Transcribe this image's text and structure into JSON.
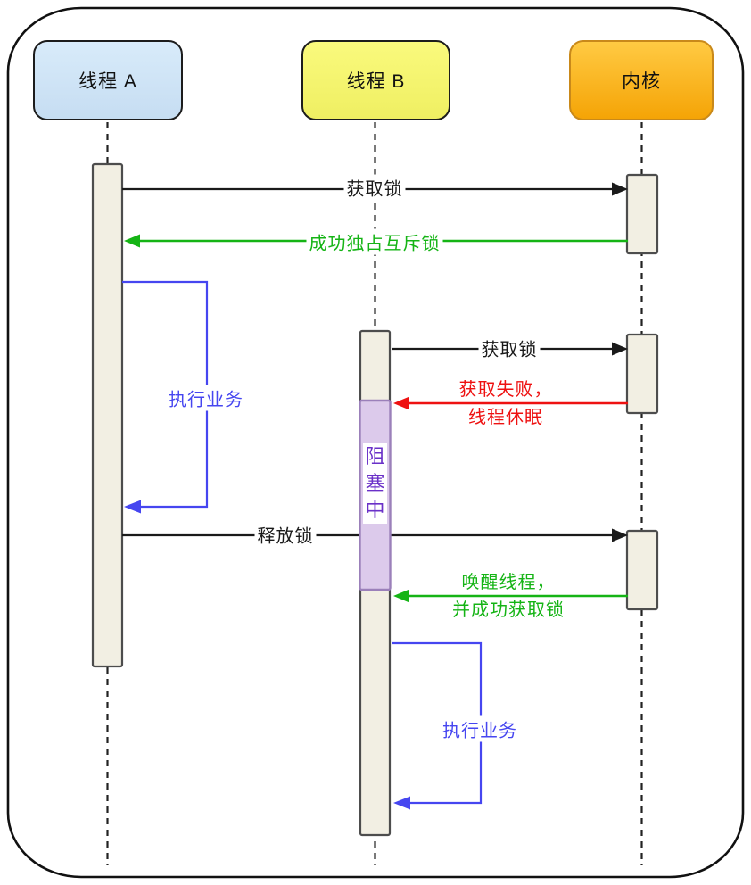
{
  "diagram": {
    "type": "sequence-diagram",
    "topic": "mutex-lock-blocking-flow",
    "actors": [
      {
        "id": "thread-a",
        "name": "线程 A"
      },
      {
        "id": "thread-b",
        "name": "线程 B"
      },
      {
        "id": "kernel",
        "name": "内核"
      }
    ],
    "labels": {
      "acquire_lock_1": "获取锁",
      "acquire_success": "成功独占互斥锁",
      "exec_business_a": "执行业务",
      "acquire_lock_2": "获取锁",
      "acquire_fail_l1": "获取失败，",
      "acquire_fail_l2": "线程休眠",
      "blocking": "阻塞中",
      "release_lock": "释放锁",
      "wake_l1": "唤醒线程，",
      "wake_l2": "并成功获取锁",
      "exec_business_b": "执行业务"
    },
    "messages": [
      {
        "from": "thread-a",
        "to": "kernel",
        "text": "获取锁",
        "color": "#1a1a1a"
      },
      {
        "from": "kernel",
        "to": "thread-a",
        "text": "成功独占互斥锁",
        "color": "#15b415"
      },
      {
        "from": "thread-a",
        "to": "thread-a",
        "text": "执行业务",
        "color": "#4646f0"
      },
      {
        "from": "thread-b",
        "to": "kernel",
        "text": "获取锁",
        "color": "#1a1a1a"
      },
      {
        "from": "kernel",
        "to": "thread-b",
        "text": "获取失败，线程休眠",
        "color": "#ee1111"
      },
      {
        "from": "thread-b",
        "to": "thread-b",
        "text": "阻塞中",
        "color": "#6a30c8"
      },
      {
        "from": "thread-a",
        "to": "kernel",
        "text": "释放锁",
        "color": "#1a1a1a"
      },
      {
        "from": "kernel",
        "to": "thread-b",
        "text": "唤醒线程，并成功获取锁",
        "color": "#15b415"
      },
      {
        "from": "thread-b",
        "to": "thread-b",
        "text": "执行业务",
        "color": "#4646f0"
      }
    ],
    "colors": {
      "frame_border": "#111111",
      "lifeline": "#222222",
      "message_black": "#1a1a1a",
      "success_green": "#15b415",
      "fail_red": "#ee1111",
      "business_blue": "#4646f0",
      "blocking_text": "#6a30c8",
      "blocking_fill": "#dccaeb",
      "blocking_border": "#9b80ba",
      "activation_fill": "#f2efe3",
      "activation_border": "#4d4d4d",
      "thread_a_fill": "#cfe6f8",
      "thread_b_fill": "#f8f874",
      "kernel_fill_top": "#ffca43",
      "kernel_fill_bottom": "#f5a406"
    }
  }
}
